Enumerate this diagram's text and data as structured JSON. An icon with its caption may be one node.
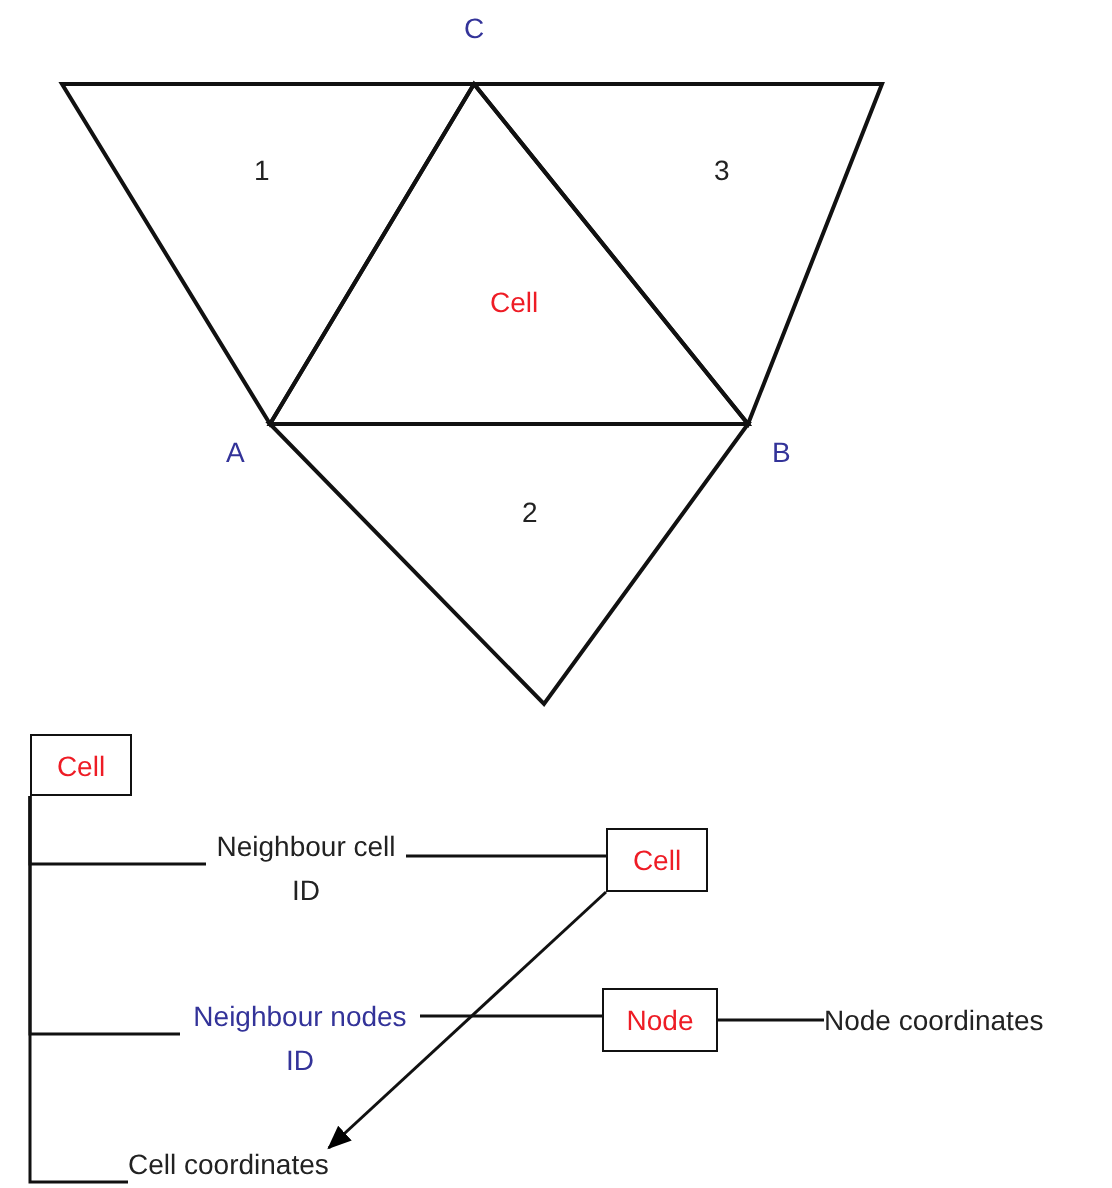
{
  "diagram": {
    "nodes": [
      {
        "text": [
          "1"
        ]
      },
      {
        "text": [
          "Cell"
        ]
      },
      {
        "text": [
          "3"
        ]
      },
      {
        "text": [
          "2"
        ]
      },
      {
        "text": [
          "Cell"
        ]
      },
      {
        "text": [
          "Neighbour cell ID"
        ]
      },
      {
        "text": [
          "Neighbour nodes ID"
        ]
      },
      {
        "text": [
          "Cell coordinates"
        ]
      },
      {
        "text": [
          "Cell"
        ]
      },
      {
        "text": [
          "Node"
        ]
      },
      {
        "text": [
          "Node coordinates"
        ]
      }
    ],
    "edges": [
      {
        "from": 4,
        "to": 5,
        "arrow": "none"
      },
      {
        "from": 4,
        "to": 6,
        "arrow": "none"
      },
      {
        "from": 4,
        "to": 7,
        "arrow": "none"
      },
      {
        "from": 5,
        "to": 8,
        "arrow": "none"
      },
      {
        "from": 6,
        "to": 9,
        "arrow": "none"
      },
      {
        "from": 9,
        "to": 10,
        "arrow": "none"
      },
      {
        "from": 8,
        "to": 7,
        "arrow": "to"
      }
    ],
    "labels": [
      "C",
      "A",
      "B"
    ]
  }
}
